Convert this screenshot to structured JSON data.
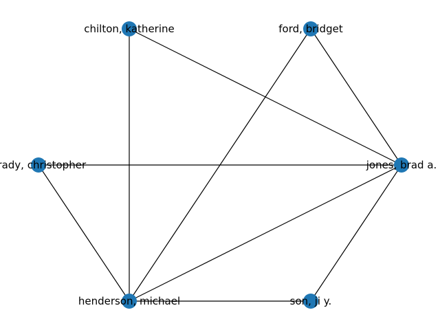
{
  "graph": {
    "node_color": "#1f77b4",
    "edge_color": "#000000",
    "nodes": [
      {
        "id": "chilton",
        "label": "chilton, katherine"
      },
      {
        "id": "ford",
        "label": "ford, bridget"
      },
      {
        "id": "jones",
        "label": "jones, brad a."
      },
      {
        "id": "son",
        "label": "son, ji y."
      },
      {
        "id": "henderson",
        "label": "henderson, michael"
      },
      {
        "id": "brady",
        "label": "brady, christopher"
      }
    ],
    "edges": [
      {
        "source": "chilton",
        "target": "henderson"
      },
      {
        "source": "chilton",
        "target": "jones"
      },
      {
        "source": "ford",
        "target": "jones"
      },
      {
        "source": "ford",
        "target": "henderson"
      },
      {
        "source": "brady",
        "target": "jones"
      },
      {
        "source": "brady",
        "target": "henderson"
      },
      {
        "source": "henderson",
        "target": "jones"
      },
      {
        "source": "henderson",
        "target": "son"
      },
      {
        "source": "jones",
        "target": "son"
      }
    ]
  }
}
